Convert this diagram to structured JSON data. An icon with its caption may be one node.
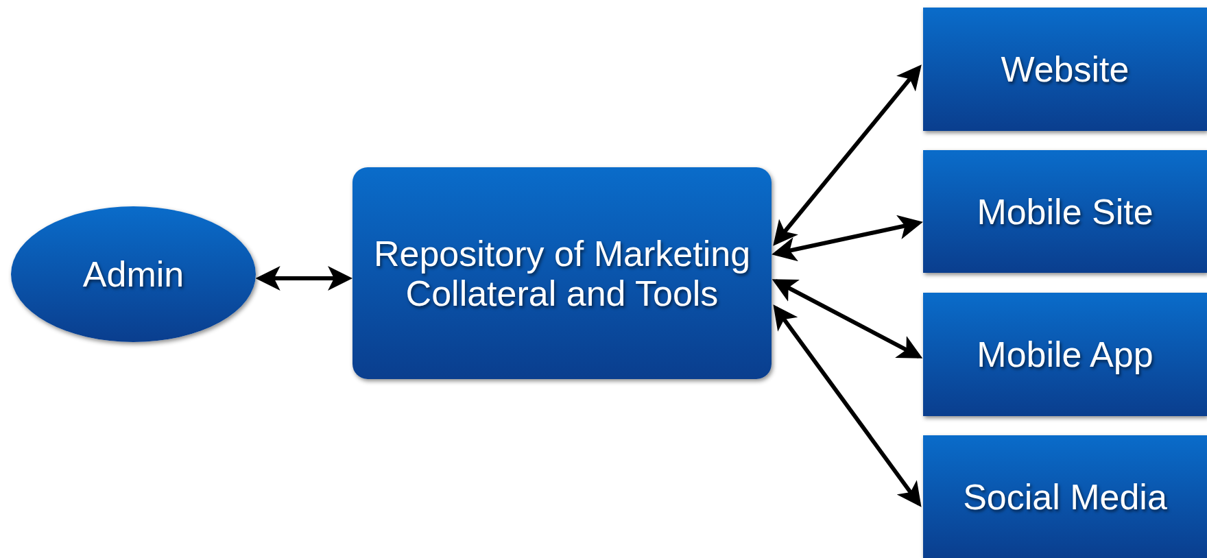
{
  "diagram": {
    "nodes": [
      {
        "text": [
          "Admin"
        ]
      },
      {
        "text": [
          "Repository of Marketing Collateral and Tools"
        ]
      },
      {
        "text": [
          "Website"
        ]
      },
      {
        "text": [
          "Mobile Site"
        ]
      },
      {
        "text": [
          "Mobile App"
        ]
      },
      {
        "text": [
          "Social Media"
        ]
      }
    ],
    "edges": [
      {
        "from": 0,
        "to": 1,
        "arrow": "both"
      },
      {
        "from": 1,
        "to": 2,
        "arrow": "both"
      },
      {
        "from": 1,
        "to": 3,
        "arrow": "both"
      },
      {
        "from": 1,
        "to": 4,
        "arrow": "both"
      },
      {
        "from": 1,
        "to": 5,
        "arrow": "both"
      }
    ]
  }
}
